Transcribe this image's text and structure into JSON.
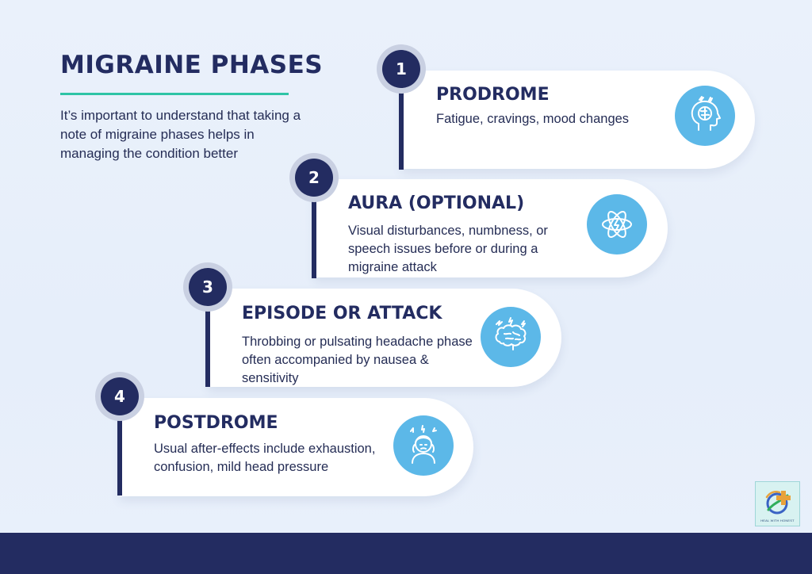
{
  "header": {
    "title": "MIGRAINE PHASES",
    "intro": "It’s important to understand that taking a note of migraine phases helps in managing the condition better"
  },
  "phases": [
    {
      "number": "1",
      "title": "PRODROME",
      "description": "Fatigue, cravings, mood changes",
      "icon": "head-brain-icon"
    },
    {
      "number": "2",
      "title": "AURA (OPTIONAL)",
      "description": "Visual disturbances, numbness, or speech issues before or during a migraine attack",
      "icon": "atom-icon"
    },
    {
      "number": "3",
      "title": "EPISODE OR ATTACK",
      "description": "Throbbing or pulsating headache phase often accompanied by nausea & sensitivity",
      "icon": "brain-lightning-icon"
    },
    {
      "number": "4",
      "title": "POSTDROME",
      "description": "Usual after-effects include exhaustion, confusion, mild head pressure",
      "icon": "person-headache-icon"
    }
  ],
  "logo": {
    "text": "HEAL WITH HONEST"
  },
  "colors": {
    "navy": "#232c61",
    "accent": "#2ec4a6",
    "icon_blue": "#5cb8e8",
    "card": "#ffffff"
  }
}
